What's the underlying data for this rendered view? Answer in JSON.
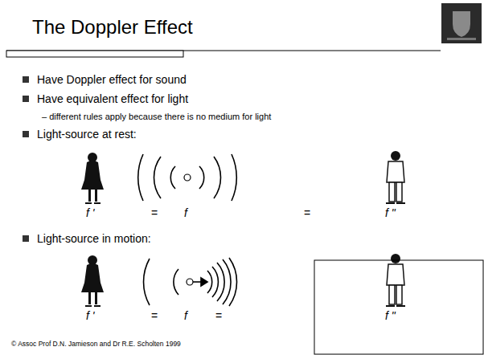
{
  "diagram": {
    "title": "The Doppler Effect",
    "labels": [
      "Have Doppler effect for sound",
      "Have equivalent effect for light",
      "– different rules apply because there is no medium for light",
      "Light-source at rest:",
      "f '",
      "=",
      "f",
      "=",
      "f \"",
      "Light-source in motion:",
      "f '",
      "=",
      "f",
      "=",
      "f \"",
      "© Assoc Prof D.N. Jamieson and Dr R.E. Scholten 1999"
    ]
  }
}
